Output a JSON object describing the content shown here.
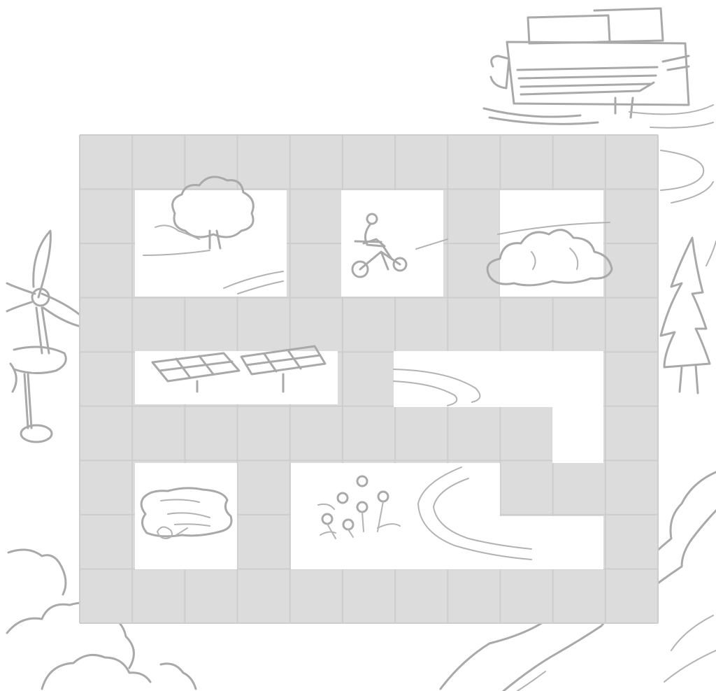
{
  "board": {
    "columns": 11,
    "rows": 9,
    "cell_color": "#dcdcdc",
    "line_color": "#a9a9a9"
  },
  "windows": [
    {
      "name": "tree",
      "icon": "tree-icon"
    },
    {
      "name": "cyclist",
      "icon": "cyclist-icon"
    },
    {
      "name": "clouds",
      "icon": "cloud-icon"
    },
    {
      "name": "solar-panels",
      "icon": "solar-panel-icon"
    },
    {
      "name": "path",
      "icon": "path-icon"
    },
    {
      "name": "pond",
      "icon": "pond-icon"
    },
    {
      "name": "flowers",
      "icon": "flower-icon"
    }
  ],
  "background_sketches": [
    "factory-icon",
    "wind-turbine-icon",
    "pine-tree-icon",
    "bush-icon",
    "river-icon"
  ]
}
